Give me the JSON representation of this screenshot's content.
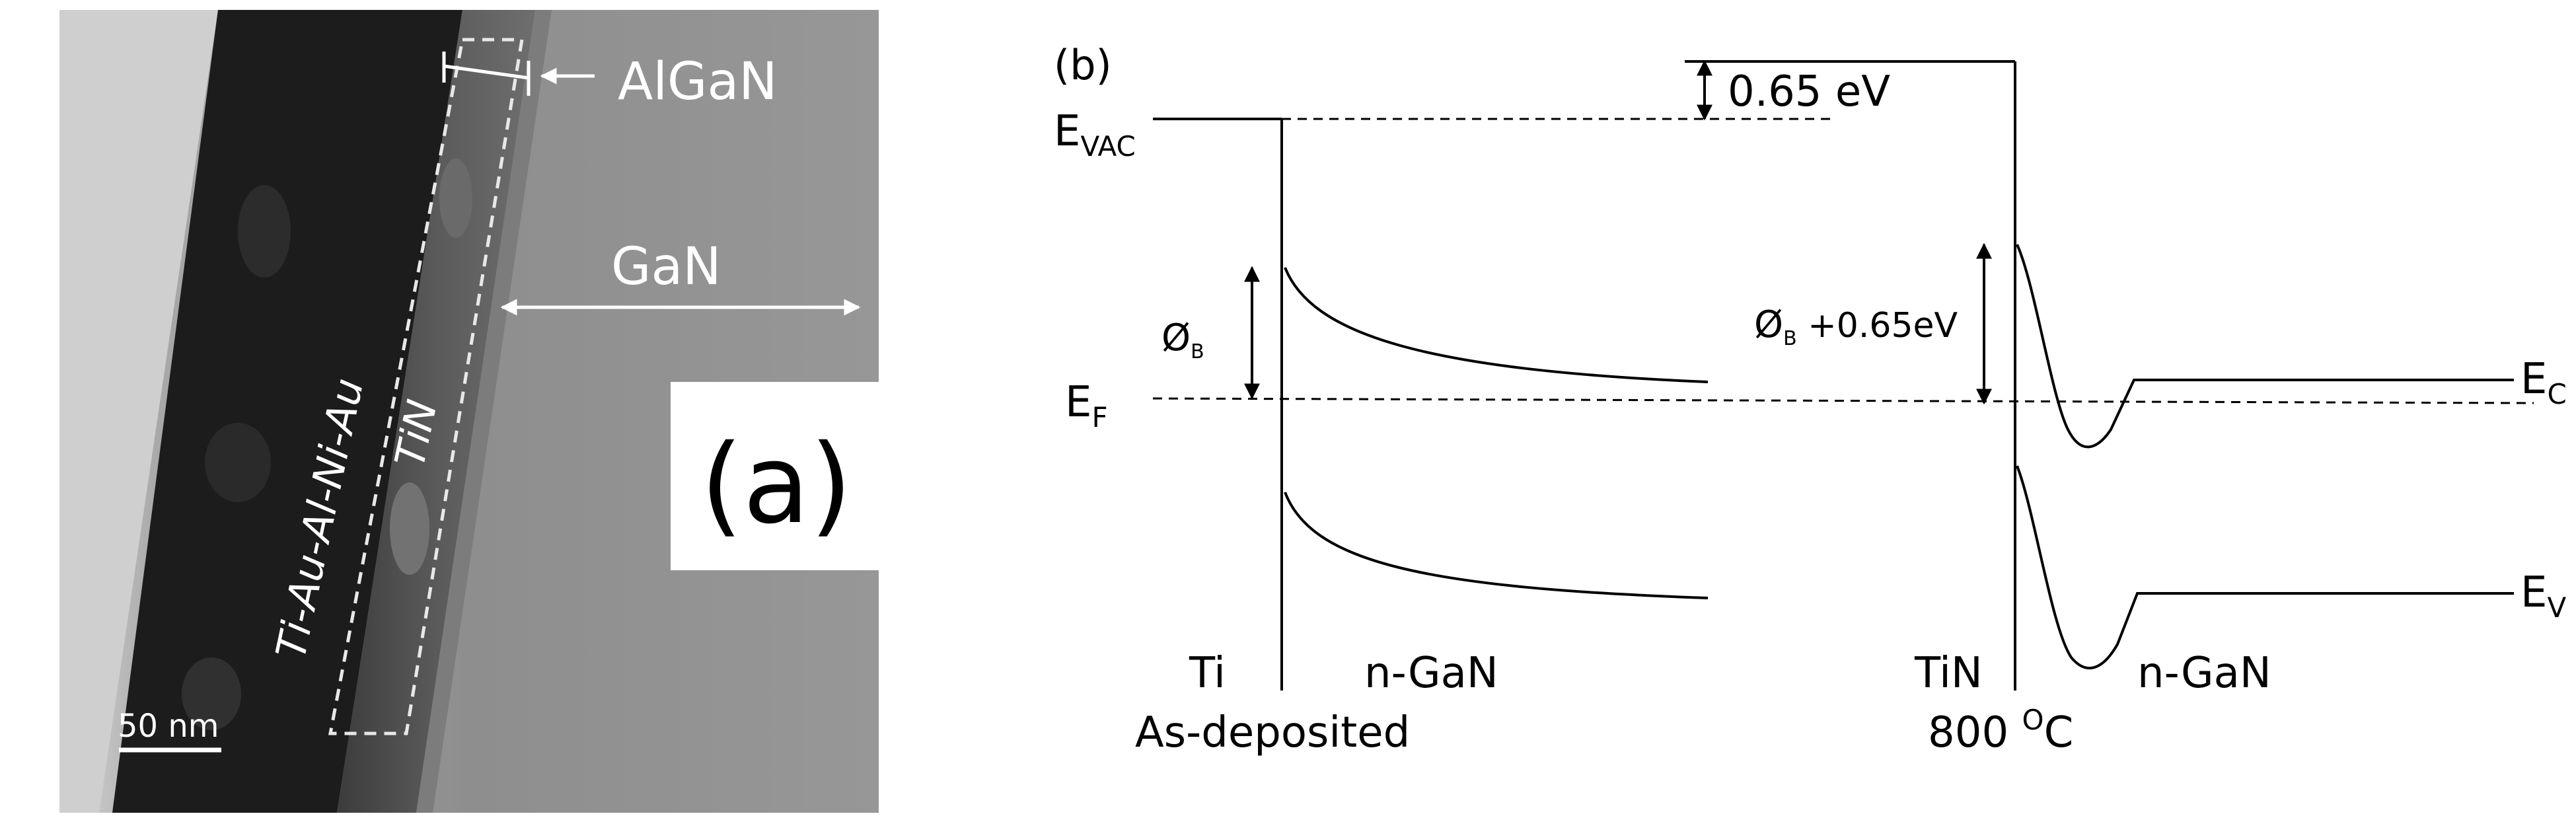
{
  "panel_a": {
    "label": "(a)",
    "layers": {
      "stack": "Ti-Au-Al-Ni-Au",
      "tin": "TiN",
      "algan": "AlGaN",
      "gan": "GaN"
    },
    "scale_bar": "50 nm"
  },
  "panel_b": {
    "label": "(b)",
    "levels": {
      "evac_main": "E",
      "evac_sub": "VAC",
      "ef_main": "E",
      "ef_sub": "F",
      "ec_main": "E",
      "ec_sub": "C",
      "ev_main": "E",
      "ev_sub": "V"
    },
    "vacuum_shift": "0.65 eV",
    "barrier_left_main": "Ø",
    "barrier_left_sub": "B",
    "barrier_right_main": "Ø",
    "barrier_right_sub": "B",
    "barrier_right_suffix": " +0.65eV",
    "left": {
      "metal": "Ti",
      "semiconductor": "n-GaN",
      "condition": "As-deposited"
    },
    "right": {
      "metal": "TiN",
      "semiconductor": "n-GaN",
      "condition_value": "800 ",
      "condition_unit_sup": "O",
      "condition_unit": "C"
    }
  },
  "colors": {
    "tem_background": "#8d8d8d",
    "tem_dark_layer": "#1e1e1e",
    "line": "#000000"
  }
}
